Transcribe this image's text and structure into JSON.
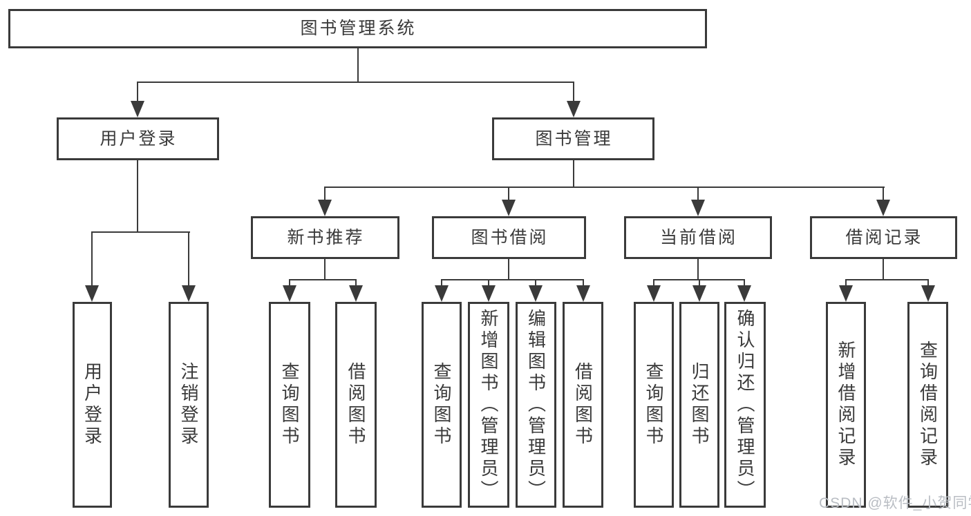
{
  "title": "图书管理系统",
  "colors": {
    "line": "#3a3a3a",
    "text": "#3a3a3a",
    "background": "#ffffff",
    "watermark": "#b9bdc3"
  },
  "watermark": "CSDN @软件_小贺同学",
  "nodes": {
    "root": "图书管理系统",
    "user_login": "用户登录",
    "book_mgmt": "图书管理",
    "new_book_rec": "新书推荐",
    "book_borrow": "图书借阅",
    "current_borrow": "当前借阅",
    "borrow_records": "借阅记录",
    "leaf_user_login": "用户登录",
    "leaf_logout": "注销登录",
    "leaf_nb_query": "查询图书",
    "leaf_nb_borrow": "借阅图书",
    "leaf_bb_query": "查询图书",
    "leaf_bb_add": "新增图书（管理员）",
    "leaf_bb_edit": "编辑图书（管理员）",
    "leaf_bb_borrow": "借阅图书",
    "leaf_cb_query": "查询图书",
    "leaf_cb_return": "归还图书",
    "leaf_cb_confirm": "确认归还（管理员）",
    "leaf_br_add": "新增借阅记录",
    "leaf_br_query": "查询借阅记录"
  }
}
